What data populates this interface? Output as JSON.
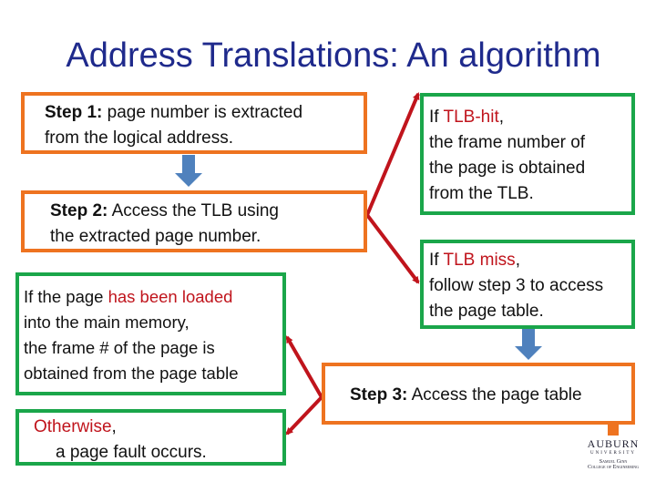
{
  "title": "Address Translations: An algorithm",
  "step1": {
    "label": "Step 1:",
    "text": " page number is extracted",
    "line2": "from the logical address."
  },
  "step2": {
    "label": "Step 2:",
    "text": " Access the TLB using",
    "line2": "the extracted page number."
  },
  "hit": {
    "pre": "If ",
    "red": "TLB-hit",
    "post": ",",
    "line2": "the frame number of",
    "line3": "the page is obtained",
    "line4": "from the TLB."
  },
  "miss": {
    "pre": "If ",
    "red": "TLB miss",
    "post": ",",
    "line2": "follow step 3 to access",
    "line3": "the page table."
  },
  "step3": {
    "label": "Step 3:",
    "text": " Access the page table"
  },
  "loaded": {
    "pre": "If the page ",
    "red": "has been loaded",
    "line2": "into the main memory,",
    "line3": "the frame # of the page is",
    "line4": "obtained from the page table"
  },
  "otherwise": {
    "red": "Otherwise",
    "post": ",",
    "line2": "a page fault occurs."
  },
  "logo": {
    "name": "AUBURN",
    "sub": "UNIVERSITY",
    "college1": "Samuel Ginn",
    "college2": "College of Engineering"
  },
  "colors": {
    "orange": "#ee7320",
    "green": "#1aa64a",
    "red": "#c0141c",
    "blue": "#4f81bd",
    "title": "#1f2a8c"
  }
}
